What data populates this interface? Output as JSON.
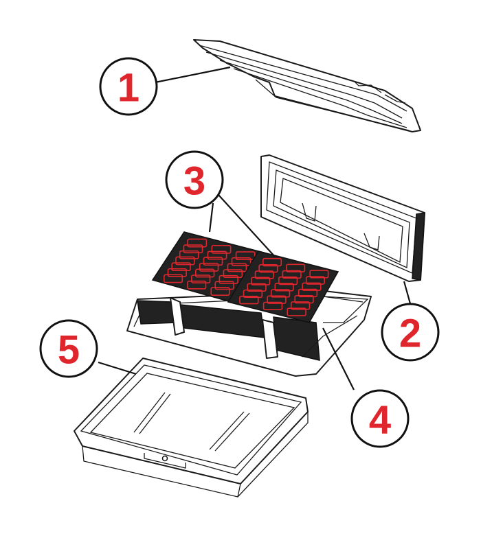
{
  "colors": {
    "callout_text": "#e0262d",
    "callout_ring": "#111111",
    "grill_highlight": "#e0262d",
    "line_art": "#1a1a1a"
  },
  "callouts": [
    {
      "label": "1",
      "part": "top-cover"
    },
    {
      "label": "2",
      "part": "back-frame"
    },
    {
      "label": "3",
      "part": "grill-plates"
    },
    {
      "label": "4",
      "part": "base-tray"
    },
    {
      "label": "5",
      "part": "drip-pan"
    }
  ]
}
